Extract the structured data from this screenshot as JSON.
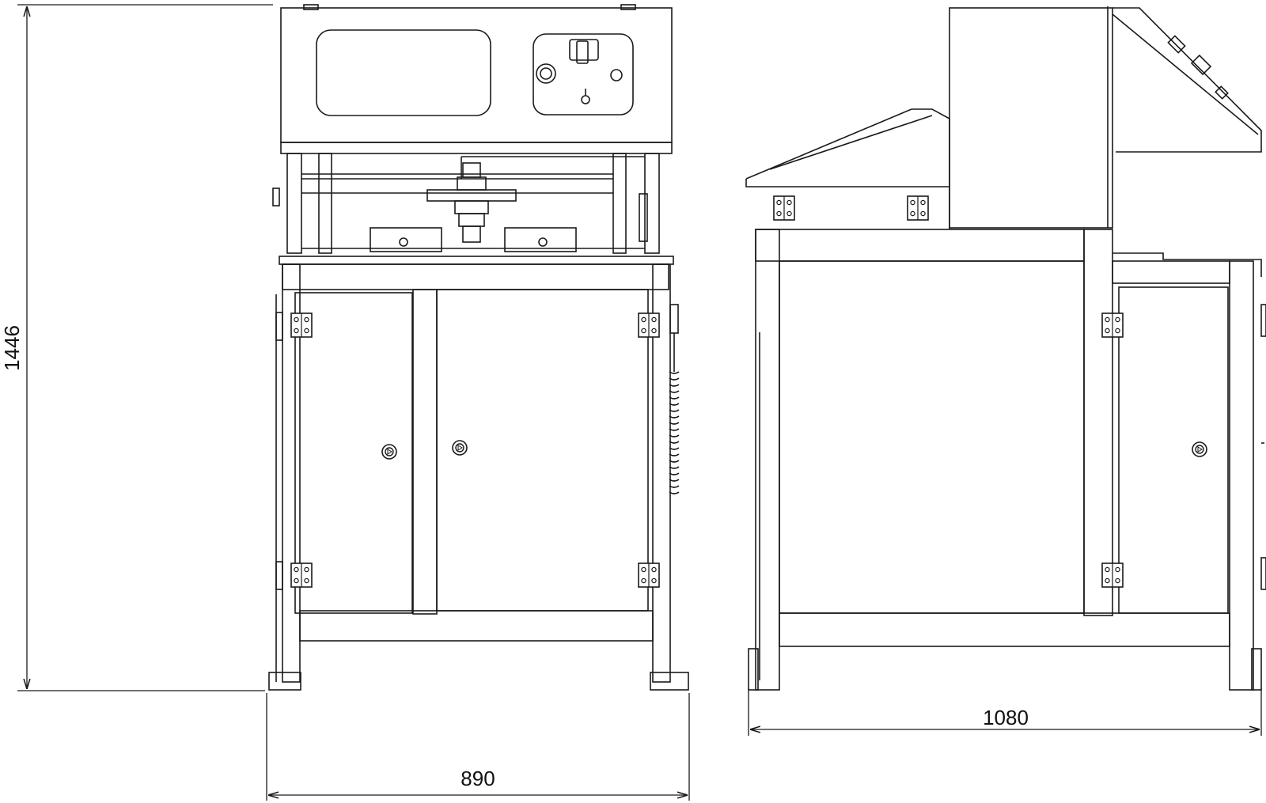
{
  "dimensions": {
    "height": "1446",
    "front_width": "890",
    "side_depth": "1080"
  },
  "colors": {
    "line": "#1a1a1a",
    "background": "#ffffff"
  }
}
